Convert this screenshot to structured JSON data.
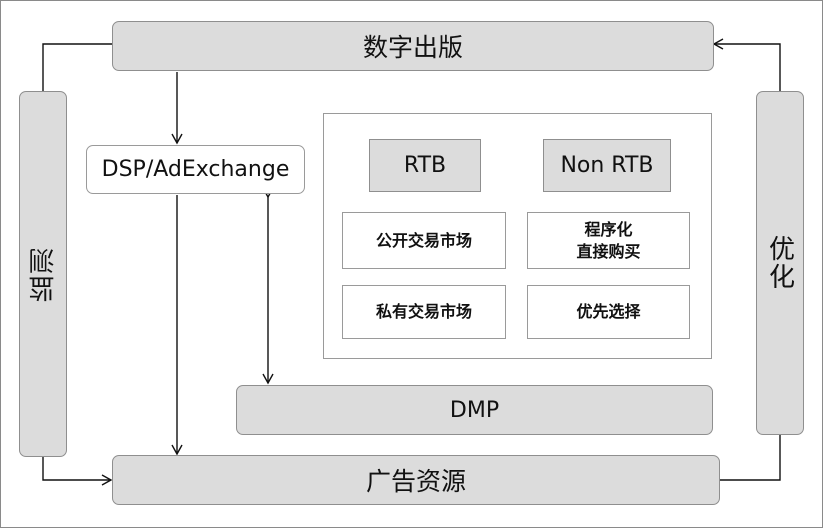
{
  "top": "数字出版",
  "bottom": "广告资源",
  "left": "监测",
  "right": "优化",
  "dsp": "DSP/AdExchange",
  "dmp": "DMP",
  "rtb": "RTB",
  "non_rtb": "Non RTB",
  "public_market": "公开交易市场",
  "programmatic_line1": "程序化",
  "programmatic_line2": "直接购买",
  "private_market": "私有交易市场",
  "preferred": "优先选择"
}
